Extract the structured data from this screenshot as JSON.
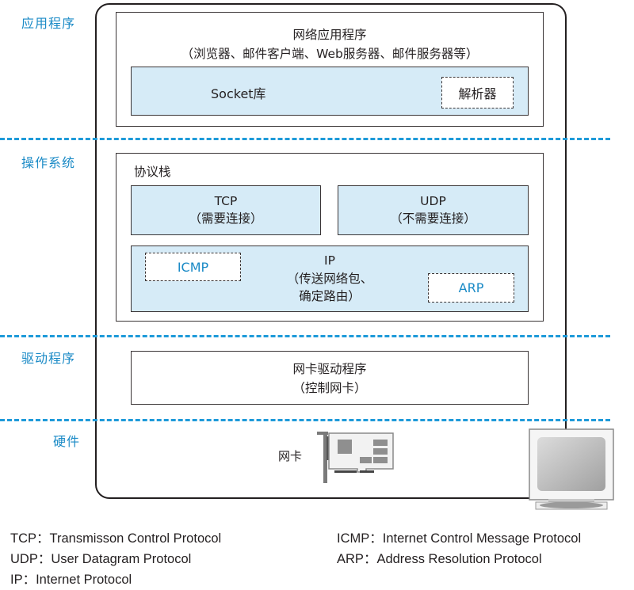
{
  "layers": [
    {
      "label": "应用程序"
    },
    {
      "label": "操作系统"
    },
    {
      "label": "驱动程序"
    },
    {
      "label": "硬件"
    }
  ],
  "application": {
    "title": "网络应用程序",
    "subtitle": "（浏览器、邮件客户端、Web服务器、邮件服务器等）",
    "socket": {
      "label": "Socket库",
      "resolver": "解析器"
    }
  },
  "os": {
    "stack_title": "协议栈",
    "tcp": {
      "name": "TCP",
      "desc": "（需要连接）"
    },
    "udp": {
      "name": "UDP",
      "desc": "（不需要连接）"
    },
    "ip": {
      "name": "IP",
      "desc_line1": "（传送网络包、",
      "desc_line2": "确定路由）",
      "icmp": "ICMP",
      "arp": "ARP"
    }
  },
  "driver": {
    "title": "网卡驱动程序",
    "desc": "（控制网卡）"
  },
  "hardware": {
    "nic_label": "网卡",
    "nic_icon": "network-card-icon",
    "computer_icon": "monitor-icon"
  },
  "legend": [
    {
      "abbr": "TCP",
      "full": "Transmisson Control Protocol"
    },
    {
      "abbr": "UDP",
      "full": "User Datagram Protocol"
    },
    {
      "abbr": "IP",
      "full": "Internet Protocol"
    },
    {
      "abbr": "ICMP",
      "full": "Internet Control Message Protocol"
    },
    {
      "abbr": "ARP",
      "full": "Address Resolution Protocol"
    }
  ],
  "colors": {
    "accent": "#1e9ad9",
    "fill": "#d6ebf7",
    "stroke": "#231f20"
  }
}
